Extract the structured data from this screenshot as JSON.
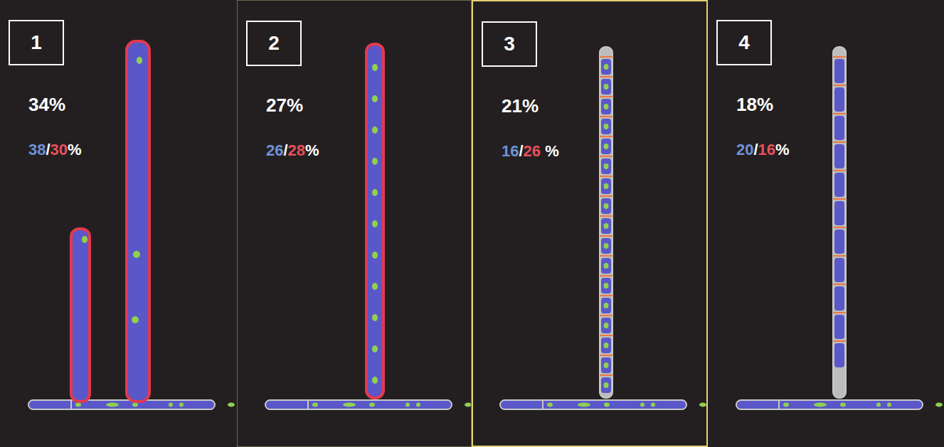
{
  "diagram": {
    "nodes": [
      {
        "text": [
          "34%",
          "38/30%"
        ]
      },
      {
        "text": [
          "1"
        ],
        "in": 0
      },
      {
        "text": [
          "27%",
          "26/28%"
        ]
      },
      {
        "text": [
          "2"
        ],
        "in": 2
      },
      {
        "text": [
          "21%",
          "16/26 %"
        ]
      },
      {
        "text": [
          "3"
        ],
        "in": 4
      },
      {
        "text": [
          "18%",
          "20/16%"
        ]
      },
      {
        "text": [
          "4"
        ],
        "in": 6
      }
    ]
  }
}
